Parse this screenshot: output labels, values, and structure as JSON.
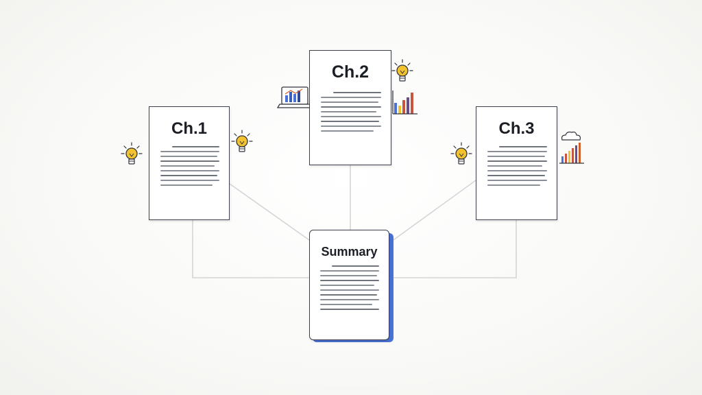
{
  "diagram": {
    "documents": [
      {
        "id": "ch1",
        "title": "Ch.1",
        "line_count": 9
      },
      {
        "id": "ch2",
        "title": "Ch.2",
        "line_count": 9
      },
      {
        "id": "ch3",
        "title": "Ch.3",
        "line_count": 9
      },
      {
        "id": "summary",
        "title": "Summary",
        "line_count": 10
      }
    ],
    "connections": [
      {
        "from": "ch1",
        "to": "summary"
      },
      {
        "from": "ch2",
        "to": "summary"
      },
      {
        "from": "ch3",
        "to": "summary"
      }
    ],
    "icons": [
      {
        "name": "lightbulb-icon",
        "near": "ch1"
      },
      {
        "name": "lightbulb-icon",
        "near": "ch1"
      },
      {
        "name": "lightbulb-icon",
        "near": "ch2"
      },
      {
        "name": "laptop-chart-icon",
        "near": "ch2"
      },
      {
        "name": "bar-chart-icon",
        "near": "ch2"
      },
      {
        "name": "lightbulb-icon",
        "near": "ch3"
      },
      {
        "name": "cloud-bar-chart-icon",
        "near": "ch3"
      }
    ],
    "colors": {
      "accent_blue": "#4a72d6",
      "bulb_yellow": "#f2c230",
      "connector_gray": "#d3d5d8",
      "outline": "#3a3f4a"
    }
  }
}
